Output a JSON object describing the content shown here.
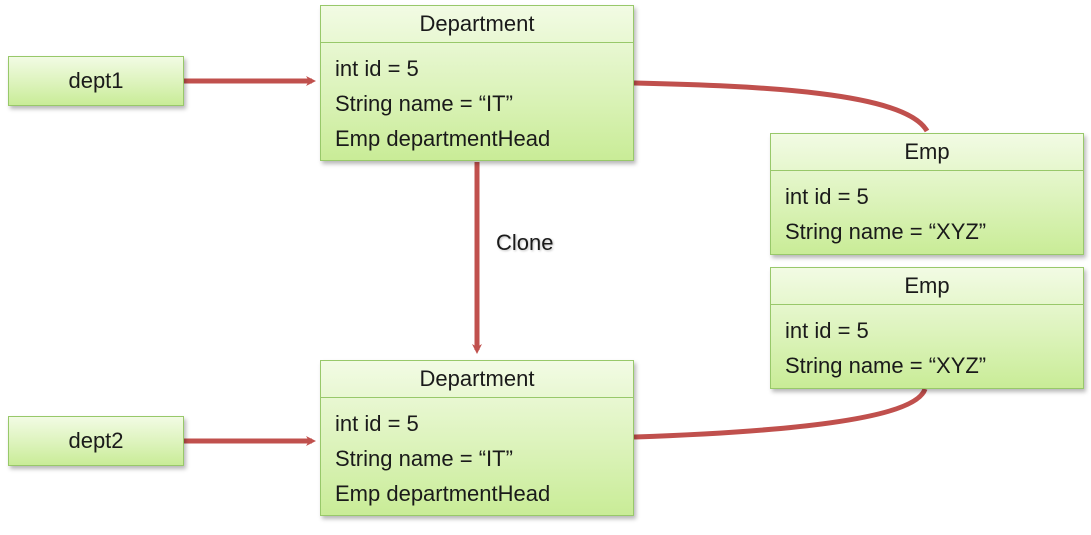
{
  "references": [
    {
      "id": "dept1",
      "label": "dept1"
    },
    {
      "id": "dept2",
      "label": "dept2"
    }
  ],
  "departments": [
    {
      "title": "Department",
      "fields": [
        "int id = 5",
        "String name = “IT”",
        "Emp departmentHead"
      ]
    },
    {
      "title": "Department",
      "fields": [
        "int id = 5",
        "String name = “IT”",
        "Emp departmentHead"
      ]
    }
  ],
  "employees": [
    {
      "title": "Emp",
      "fields": [
        "int id = 5",
        "String name = “XYZ”"
      ]
    },
    {
      "title": "Emp",
      "fields": [
        "int id = 5",
        "String name = “XYZ”"
      ]
    }
  ],
  "clone_label": "Clone",
  "colors": {
    "arrow": "#c0504d",
    "box_border": "#98c86a",
    "box_fill_top": "#f2fbe4",
    "box_fill_bottom": "#c9ec97"
  }
}
